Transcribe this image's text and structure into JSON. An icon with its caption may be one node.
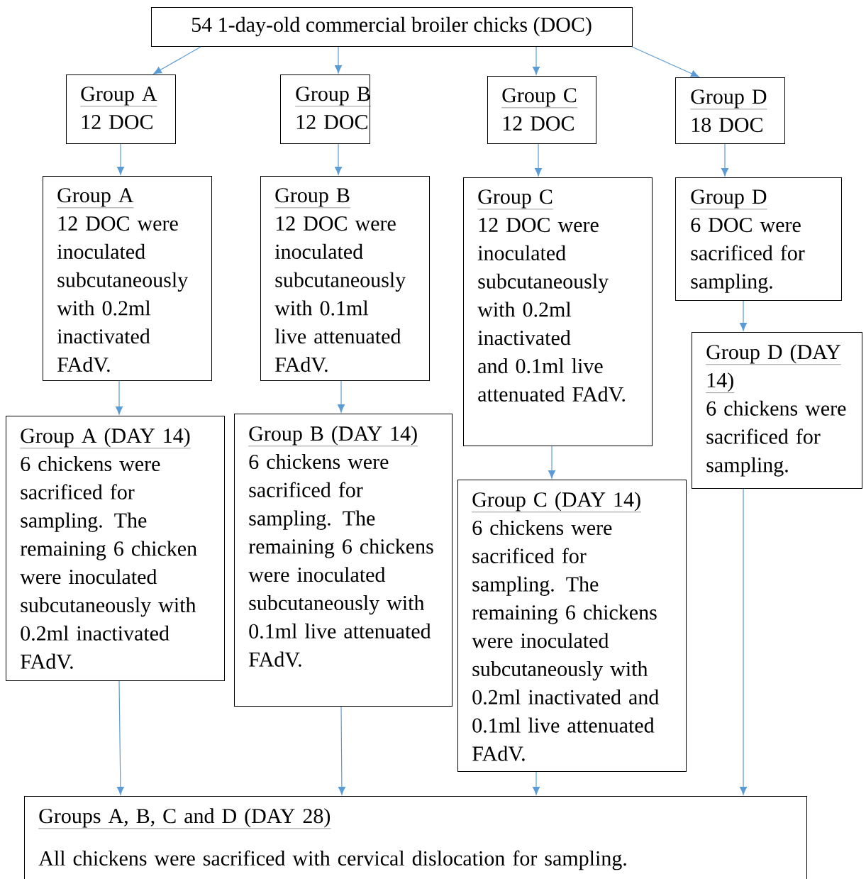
{
  "diagram": {
    "nodes": [
      {
        "text": [
          "54 1-day-old commercial broiler chicks (DOC)"
        ]
      },
      {
        "text": [
          "Group A",
          "12 DOC"
        ]
      },
      {
        "text": [
          "Group B",
          "12 DOC"
        ]
      },
      {
        "text": [
          "Group C",
          "12 DOC"
        ]
      },
      {
        "text": [
          "Group D",
          "18 DOC"
        ]
      },
      {
        "text": [
          "Group A",
          "12 DOC were inoculated subcutaneously with 0.2ml inactivated FAdV."
        ]
      },
      {
        "text": [
          "Group B",
          "12 DOC were inoculated subcutaneously with 0.1ml live attenuated FAdV."
        ]
      },
      {
        "text": [
          "Group C",
          "12 DOC were inoculated subcutaneously with 0.2ml inactivated and 0.1ml live attenuated FAdV."
        ]
      },
      {
        "text": [
          "Group D",
          "6 DOC were sacrificed for sampling."
        ]
      },
      {
        "text": [
          "Group A (DAY 14)",
          "6 chickens were sacrificed for sampling. The remaining 6 chicken were inoculated subcutaneously with 0.2ml inactivated FAdV."
        ]
      },
      {
        "text": [
          "Group B (DAY 14)",
          "6 chickens were sacrificed for sampling. The remaining 6 chickens were inoculated subcutaneously with 0.1ml live attenuated FAdV."
        ]
      },
      {
        "text": [
          "Group C (DAY 14)",
          "6 chickens were sacrificed for sampling. The remaining 6 chickens were inoculated subcutaneously with 0.2ml inactivated and 0.1ml live attenuated FAdV."
        ]
      },
      {
        "text": [
          "Group D (DAY 14)",
          "6 chickens were sacrificed for sampling."
        ]
      },
      {
        "text": [
          "Groups A, B, C and D (DAY 28)",
          "All chickens were sacrificed with cervical dislocation for sampling."
        ]
      }
    ],
    "edges": [
      {
        "from": 0,
        "to": 1,
        "arrow": "to"
      },
      {
        "from": 0,
        "to": 2,
        "arrow": "to"
      },
      {
        "from": 0,
        "to": 3,
        "arrow": "to"
      },
      {
        "from": 0,
        "to": 4,
        "arrow": "to"
      },
      {
        "from": 1,
        "to": 5,
        "arrow": "to"
      },
      {
        "from": 2,
        "to": 6,
        "arrow": "to"
      },
      {
        "from": 3,
        "to": 7,
        "arrow": "to"
      },
      {
        "from": 4,
        "to": 8,
        "arrow": "to"
      },
      {
        "from": 5,
        "to": 9,
        "arrow": "to"
      },
      {
        "from": 6,
        "to": 10,
        "arrow": "to"
      },
      {
        "from": 7,
        "to": 11,
        "arrow": "to"
      },
      {
        "from": 8,
        "to": 12,
        "arrow": "to"
      },
      {
        "from": 9,
        "to": 13,
        "arrow": "to"
      },
      {
        "from": 10,
        "to": 13,
        "arrow": "to"
      },
      {
        "from": 11,
        "to": 13,
        "arrow": "to"
      },
      {
        "from": 12,
        "to": 13,
        "arrow": "to"
      }
    ]
  }
}
